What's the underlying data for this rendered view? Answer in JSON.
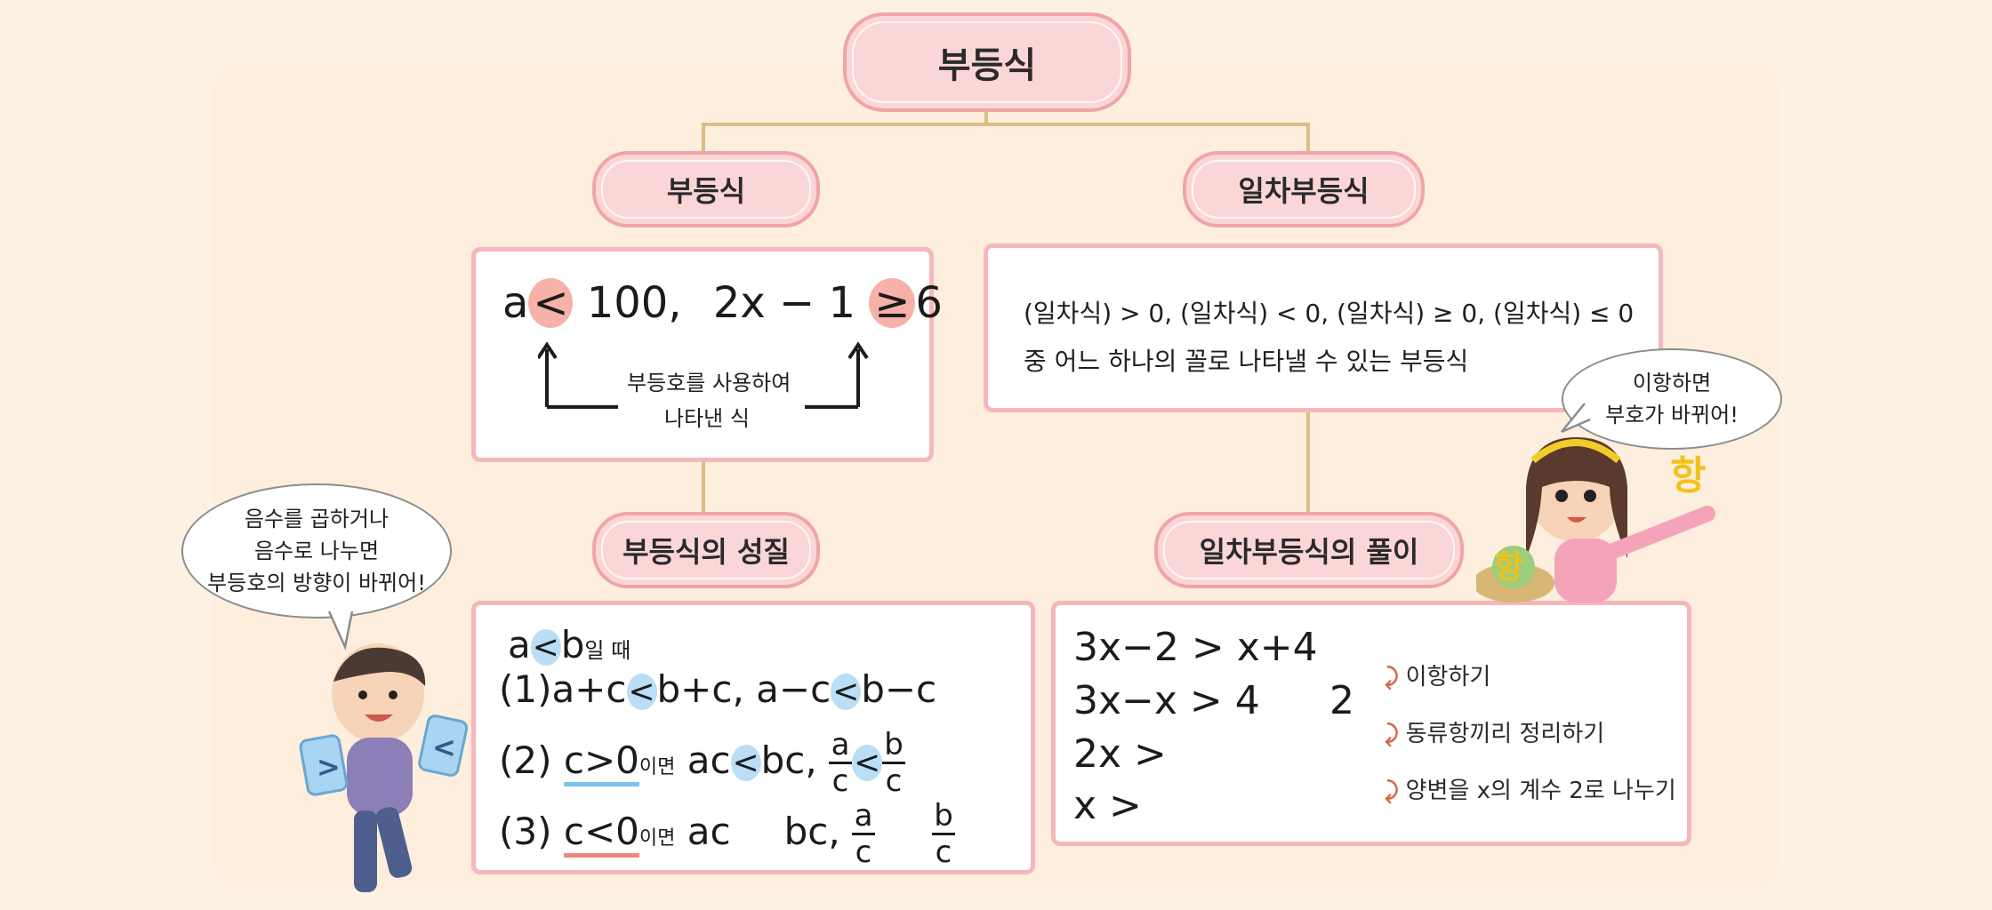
{
  "title": "부등식",
  "left_branch": {
    "title": "부등식",
    "formula": {
      "a": "a",
      "lt": "<",
      "v100": "100,",
      "expr": "2x − 1",
      "ge": "≥",
      "v6": "6"
    },
    "caption_line1": "부등호를 사용하여",
    "caption_line2": "나타낸 식"
  },
  "right_branch": {
    "title": "일차부등식",
    "definition_line1": "(일차식) > 0, (일차식) < 0, (일차식) ≥ 0, (일차식) ≤ 0",
    "definition_line2": "중 어느 하나의 꼴로 나타낼 수 있는 부등식"
  },
  "properties": {
    "title": "부등식의 성질",
    "condition_a": "a",
    "condition_lt": "<",
    "condition_b": "b",
    "condition_suffix": "일 때",
    "rule1_prefix": "(1)a+c",
    "rule1_lt1": "<",
    "rule1_mid": "b+c, a−c",
    "rule1_lt2": "<",
    "rule1_end": "b−c",
    "rule2_prefix": "(2)",
    "rule2_cond": "c>0",
    "rule2_if": "이면",
    "rule2_ac": "ac",
    "rule2_lt1": "<",
    "rule2_bc": "bc,",
    "rule2_a": "a",
    "rule2_c1": "c",
    "rule2_lt2": "<",
    "rule2_b": "b",
    "rule2_c2": "c",
    "rule3_prefix": "(3)",
    "rule3_cond": "c<0",
    "rule3_if": "이면",
    "rule3_ac": "ac",
    "rule3_bc": "bc,",
    "rule3_a": "a",
    "rule3_c1": "c",
    "rule3_b": "b",
    "rule3_c2": "c"
  },
  "solving": {
    "title": "일차부등식의 풀이",
    "line1": "3x−2 > x+4",
    "line2": "3x−x > 4",
    "line2_extra": "2",
    "line3": "2x >",
    "line4": "x >",
    "step1": "이항하기",
    "step2": "동류항끼리 정리하기",
    "step3": "양변을 x의 계수 2로 나누기",
    "arrow_glyph": "⤸"
  },
  "bubbles": {
    "boy_line1": "음수를 곱하거나",
    "boy_line2": "음수로 나누면",
    "boy_line3": "부등호의 방향이 바뀌어!",
    "girl_line1": "이항하면",
    "girl_line2": "부호가 바뀌어!"
  },
  "illustration": {
    "card_left": ">",
    "card_right": "<",
    "hang_top": "항",
    "hang_basket": "항"
  },
  "colors": {
    "pill_fill": "#fbd6d7",
    "pill_border": "#f0a4a8",
    "connector": "#dcbc85",
    "highlight_pink": "#f6b1a8",
    "highlight_blue": "#b9def5"
  }
}
